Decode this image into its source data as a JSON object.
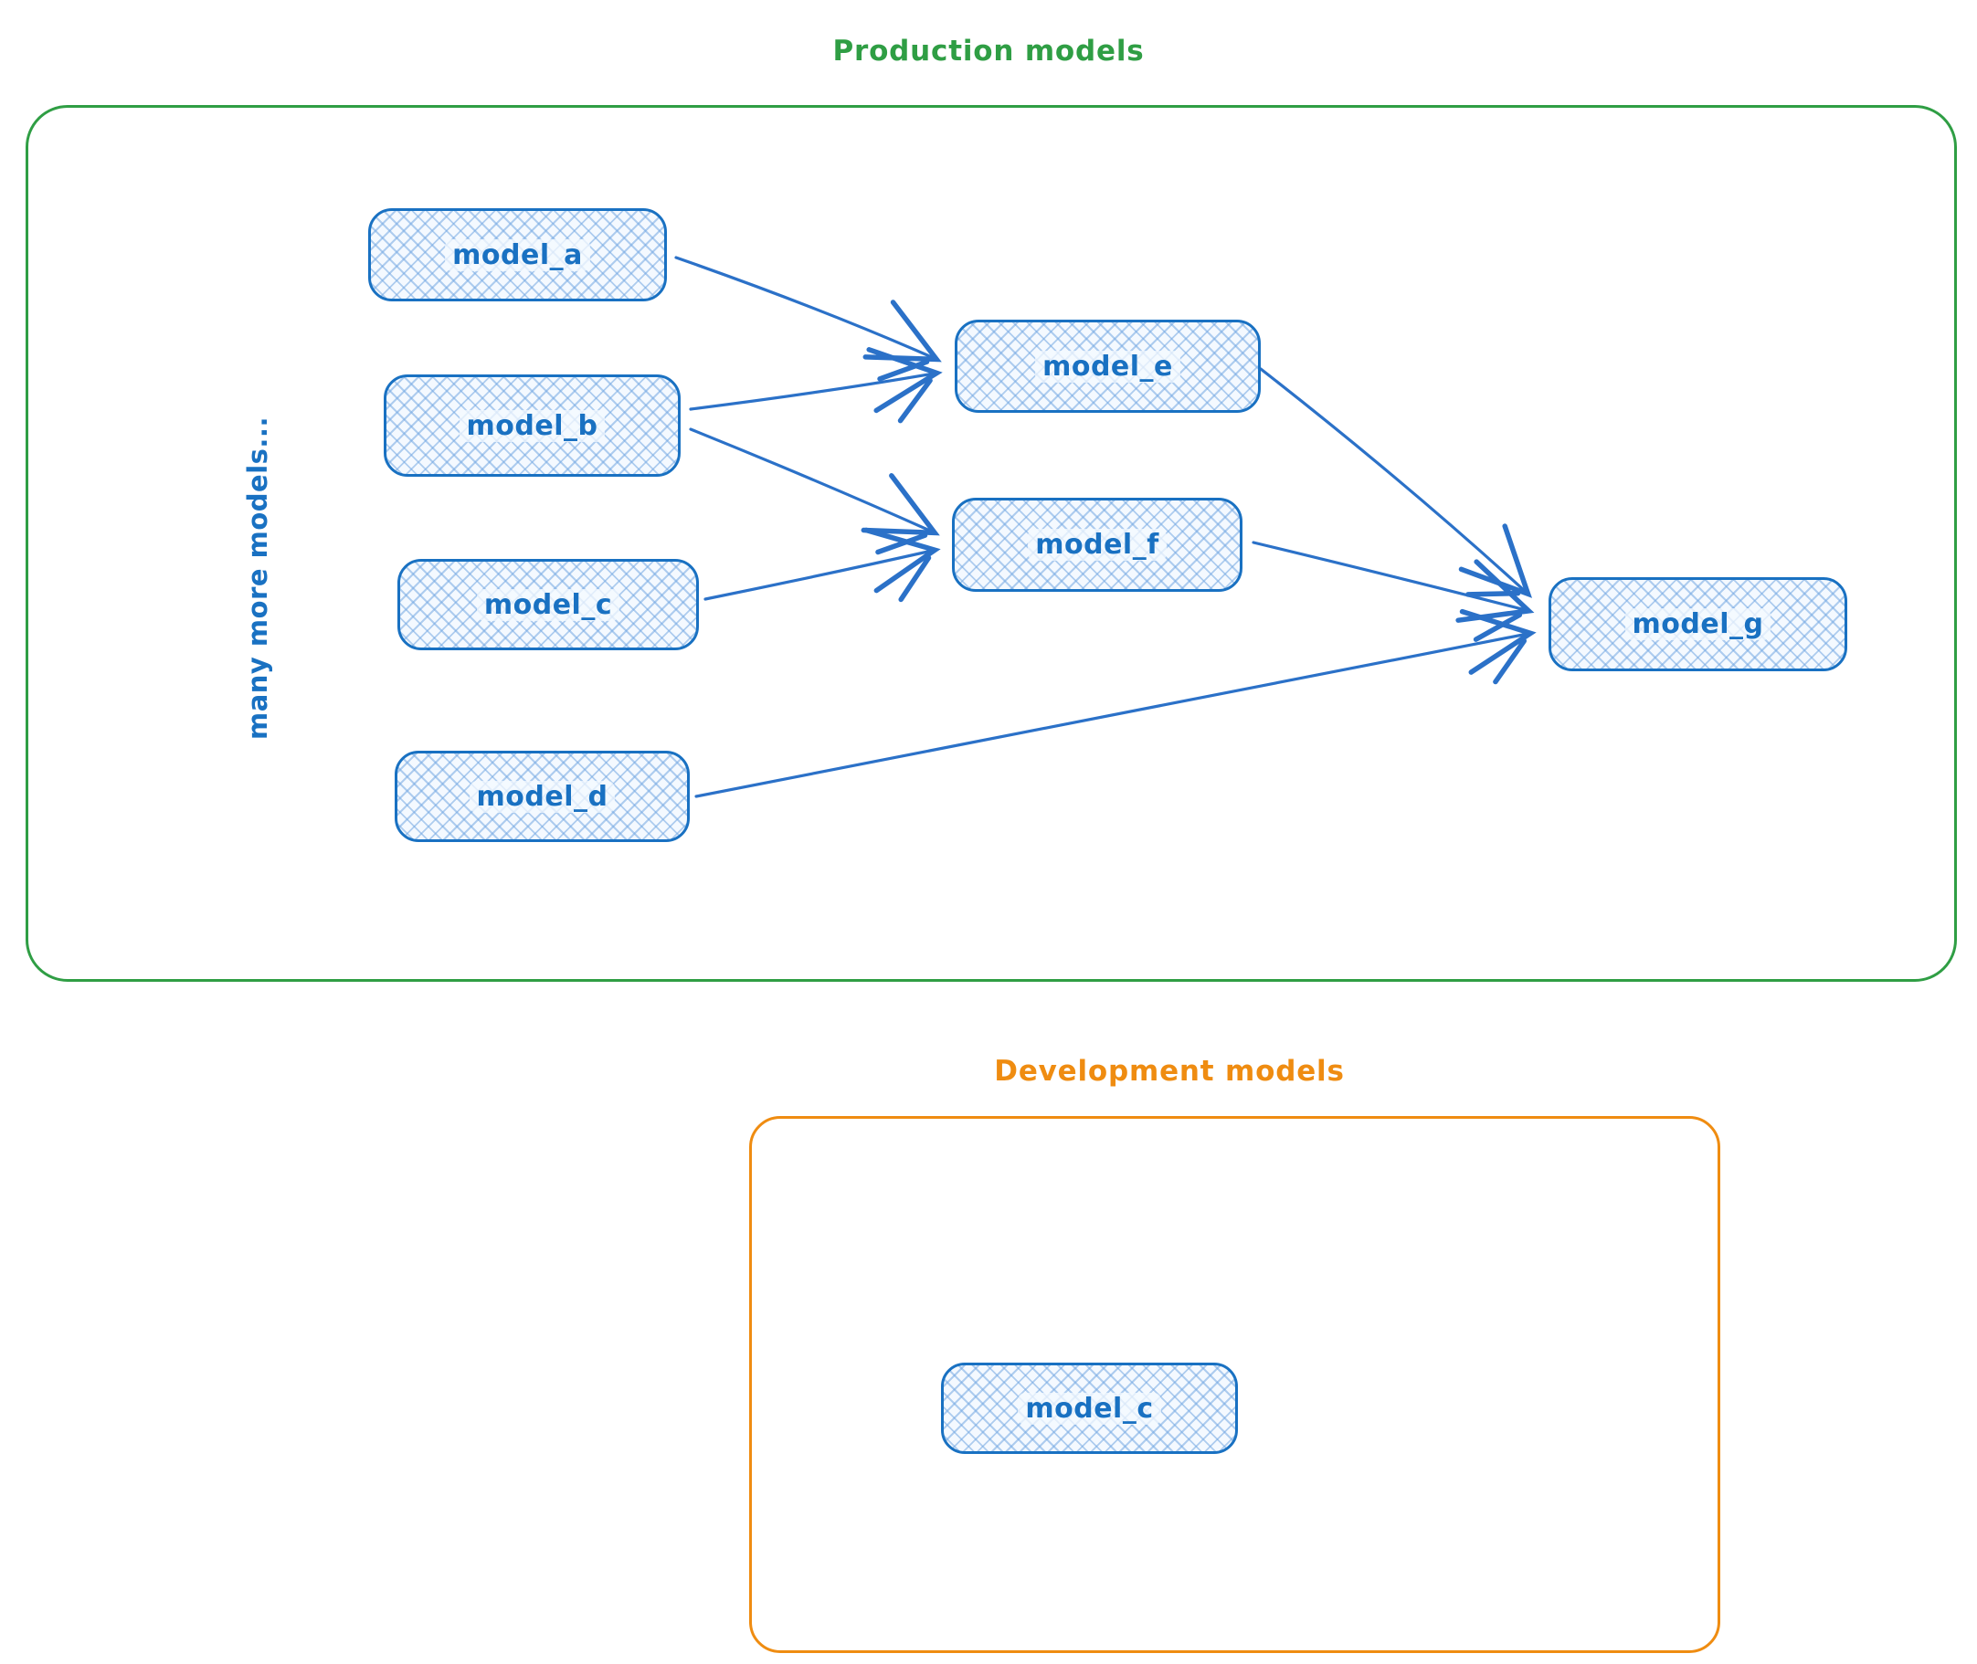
{
  "production": {
    "title": "Production models",
    "note": "many more models...",
    "nodes": [
      {
        "id": "model_a",
        "label": "model_a"
      },
      {
        "id": "model_b",
        "label": "model_b"
      },
      {
        "id": "model_c",
        "label": "model_c"
      },
      {
        "id": "model_d",
        "label": "model_d"
      },
      {
        "id": "model_e",
        "label": "model_e"
      },
      {
        "id": "model_f",
        "label": "model_f"
      },
      {
        "id": "model_g",
        "label": "model_g"
      }
    ],
    "edges": [
      {
        "from": "model_a",
        "to": "model_e"
      },
      {
        "from": "model_b",
        "to": "model_e"
      },
      {
        "from": "model_b",
        "to": "model_f"
      },
      {
        "from": "model_c",
        "to": "model_f"
      },
      {
        "from": "model_d",
        "to": "model_g"
      },
      {
        "from": "model_e",
        "to": "model_g"
      },
      {
        "from": "model_f",
        "to": "model_g"
      }
    ]
  },
  "development": {
    "title": "Development models",
    "nodes": [
      {
        "id": "model_c_dev",
        "label": "model_c"
      }
    ]
  },
  "colors": {
    "production_border": "#2f9e44",
    "development_border": "#ef8c11",
    "node_stroke": "#1971c2",
    "node_text": "#1971c2",
    "arrow": "#2b71c8"
  }
}
